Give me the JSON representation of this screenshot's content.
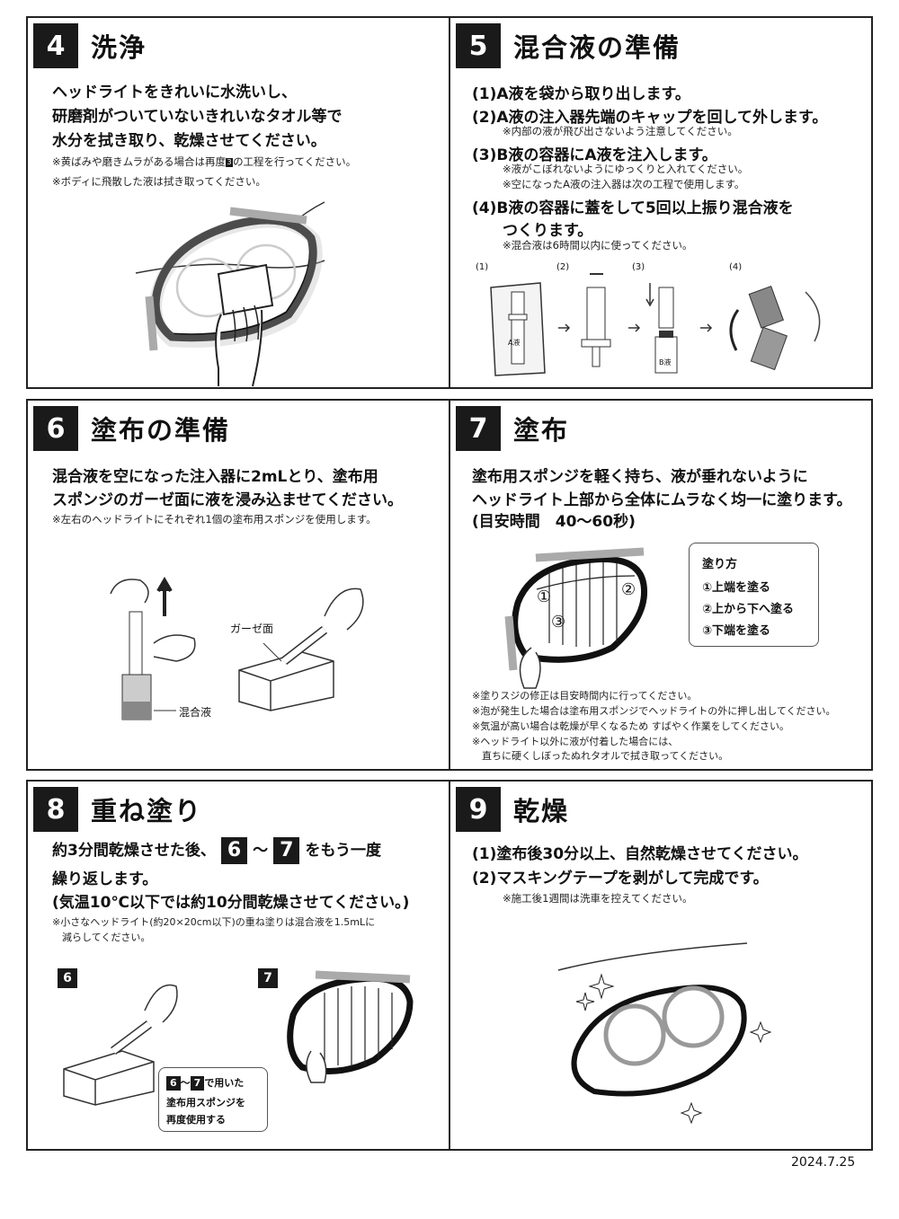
{
  "s4": {
    "num": "4",
    "title": "洗浄",
    "lines": [
      "ヘッドライトをきれいに水洗いし、",
      "研磨剤がついていないきれいなタオル等で",
      "水分を拭き取り、乾燥させてください。"
    ],
    "note1_a": "※黄ばみや磨きムラがある場合は再度",
    "note1_num": "3",
    "note1_b": "の工程を行ってください。",
    "note2": "※ボディに飛散した液は拭き取ってください。"
  },
  "s5": {
    "num": "5",
    "title": "混合液の準備",
    "step1": "(1)A液を袋から取り出します。",
    "step2": "(2)A液の注入器先端のキャップを回して外します。",
    "step2_note": "※内部の液が飛び出さないよう注意してください。",
    "step3": "(3)B液の容器にA液を注入します。",
    "step3_note1": "※液がこぼれないようにゆっくりと入れてください。",
    "step3_note2": "※空になったA液の注入器は次の工程で使用します。",
    "step4a": "(4)B液の容器に蓋をして5回以上振り混合液を",
    "step4b": "つくります。",
    "step4_note": "※混合液は6時間以内に使ってください。",
    "fig_labels": [
      "(1)",
      "(2)",
      "(3)",
      "(4)"
    ],
    "bag_label": "A液",
    "bottle_label": "B液"
  },
  "s6": {
    "num": "6",
    "title": "塗布の準備",
    "lines": [
      "混合液を空になった注入器に2mLとり、塗布用",
      "スポンジのガーゼ面に液を浸み込ませてください。"
    ],
    "note": "※左右のヘッドライトにそれぞれ1個の塗布用スポンジを使用します。",
    "gauze_label": "ガーゼ面",
    "mix_label": "混合液"
  },
  "s7": {
    "num": "7",
    "title": "塗布",
    "lines": [
      "塗布用スポンジを軽く持ち、液が垂れないように",
      "ヘッドライト上部から全体にムラなく均一に塗ります。",
      "(目安時間　40〜60秒)"
    ],
    "callout_title": "塗り方",
    "callout_items": [
      "①上端を塗る",
      "②上から下へ塗る",
      "③下端を塗る"
    ],
    "markers": [
      "①",
      "②",
      "③"
    ],
    "notes": [
      "※塗りスジの修正は目安時間内に行ってください。",
      "※泡が発生した場合は塗布用スポンジでヘッドライトの外に押し出してください。",
      "※気温が高い場合は乾燥が早くなるため すばやく作業をしてください。",
      "※ヘッドライト以外に液が付着した場合には、",
      "　直ちに硬くしぼったぬれタオルで拭き取ってください。"
    ]
  },
  "s8": {
    "num": "8",
    "title": "重ね塗り",
    "line1_a": "約3分間乾燥させた後、",
    "line1_n1": "6",
    "line1_sep": "〜",
    "line1_n2": "7",
    "line1_b": "をもう一度",
    "line2": "繰り返します。",
    "line3": "(気温10℃以下では約10分間乾燥させてください。)",
    "note_a": "※小さなヘッドライト(約20×20cm以下)の重ね塗りは混合液を1.5mLに",
    "note_b": "　減らしてください。",
    "fig_n1": "6",
    "fig_n2": "7",
    "callout_n1": "6",
    "callout_sep": "〜",
    "callout_n2": "7",
    "callout_a": "で用いた",
    "callout_b": "塗布用スポンジを",
    "callout_c": "再度使用する"
  },
  "s9": {
    "num": "9",
    "title": "乾燥",
    "step1": "(1)塗布後30分以上、自然乾燥させてください。",
    "step2": "(2)マスキングテープを剥がして完成です。",
    "note": "※施工後1週間は洗車を控えてください。"
  },
  "date": "2024.7.25"
}
